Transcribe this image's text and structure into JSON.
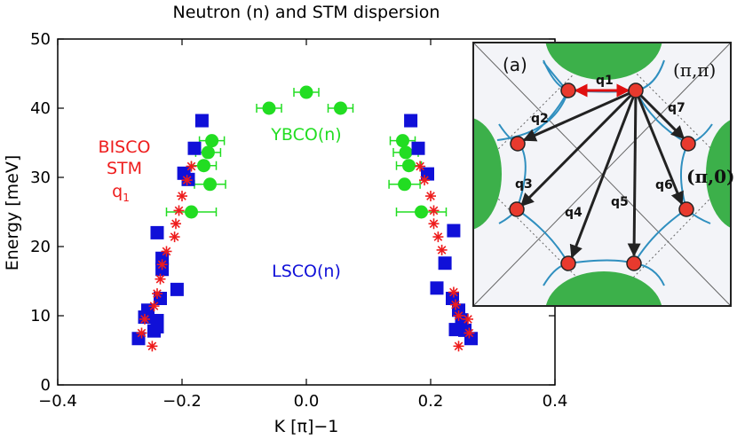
{
  "chart_data": {
    "type": "scatter",
    "title": "Neutron (n) and STM dispersion",
    "xlabel": "K [π]−1",
    "ylabel": "Energy [meV]",
    "xlim": [
      -0.4,
      0.4
    ],
    "ylim": [
      0,
      50
    ],
    "xticks": [
      "−0.4",
      "−0.2",
      "0.0",
      "0.2",
      "0.4"
    ],
    "xtick_values": [
      -0.4,
      -0.2,
      0.0,
      0.2,
      0.4
    ],
    "yticks": [
      "0",
      "10",
      "20",
      "30",
      "40",
      "50"
    ],
    "ytick_values": [
      0,
      10,
      20,
      30,
      40,
      50
    ],
    "grid": false,
    "series": [
      {
        "name": "LSCO(n)",
        "marker": "square",
        "color": "#1010d8",
        "points": [
          {
            "x": -0.168,
            "y": 38.2
          },
          {
            "x": -0.18,
            "y": 34.2
          },
          {
            "x": -0.19,
            "y": 29.7
          },
          {
            "x": -0.197,
            "y": 30.6
          },
          {
            "x": -0.232,
            "y": 18.3
          },
          {
            "x": -0.24,
            "y": 22.0
          },
          {
            "x": -0.208,
            "y": 13.8
          },
          {
            "x": -0.232,
            "y": 16.7
          },
          {
            "x": -0.235,
            "y": 12.5
          },
          {
            "x": -0.24,
            "y": 9.3
          },
          {
            "x": -0.255,
            "y": 10.8
          },
          {
            "x": -0.26,
            "y": 9.8
          },
          {
            "x": -0.24,
            "y": 8.4
          },
          {
            "x": -0.245,
            "y": 7.8
          },
          {
            "x": -0.27,
            "y": 6.7
          },
          {
            "x": 0.168,
            "y": 38.2
          },
          {
            "x": 0.18,
            "y": 34.2
          },
          {
            "x": 0.195,
            "y": 30.5
          },
          {
            "x": 0.223,
            "y": 17.6
          },
          {
            "x": 0.237,
            "y": 22.3
          },
          {
            "x": 0.21,
            "y": 14.0
          },
          {
            "x": 0.235,
            "y": 12.5
          },
          {
            "x": 0.245,
            "y": 10.8
          },
          {
            "x": 0.25,
            "y": 9.4
          },
          {
            "x": 0.24,
            "y": 8.0
          },
          {
            "x": 0.255,
            "y": 7.9
          },
          {
            "x": 0.265,
            "y": 6.7
          }
        ]
      },
      {
        "name": "YBCO(n)",
        "marker": "circle",
        "color": "#22dd22",
        "points": [
          {
            "x": 0.0,
            "y": 42.3,
            "xerr": 0.02
          },
          {
            "x": -0.06,
            "y": 40.0,
            "xerr": 0.02
          },
          {
            "x": 0.055,
            "y": 40.0,
            "xerr": 0.02
          },
          {
            "x": -0.152,
            "y": 35.3,
            "xerr": 0.02
          },
          {
            "x": -0.158,
            "y": 33.6,
            "xerr": 0.02
          },
          {
            "x": -0.165,
            "y": 31.7,
            "xerr": 0.02
          },
          {
            "x": -0.155,
            "y": 29.0,
            "xerr": 0.025
          },
          {
            "x": -0.185,
            "y": 25.0,
            "xerr": 0.04
          },
          {
            "x": 0.155,
            "y": 35.3,
            "xerr": 0.02
          },
          {
            "x": 0.16,
            "y": 33.6,
            "xerr": 0.02
          },
          {
            "x": 0.165,
            "y": 31.7,
            "xerr": 0.02
          },
          {
            "x": 0.158,
            "y": 29.0,
            "xerr": 0.025
          },
          {
            "x": 0.185,
            "y": 25.0,
            "xerr": 0.04
          }
        ]
      },
      {
        "name": "BISCO STM q1",
        "marker": "asterisk",
        "color": "#ee1c1c",
        "points": [
          {
            "x": -0.185,
            "y": 31.6
          },
          {
            "x": -0.192,
            "y": 29.6
          },
          {
            "x": -0.2,
            "y": 27.3
          },
          {
            "x": -0.205,
            "y": 25.2
          },
          {
            "x": -0.21,
            "y": 23.3
          },
          {
            "x": -0.212,
            "y": 21.4
          },
          {
            "x": -0.225,
            "y": 19.3
          },
          {
            "x": -0.232,
            "y": 17.4
          },
          {
            "x": -0.235,
            "y": 15.3
          },
          {
            "x": -0.24,
            "y": 13.2
          },
          {
            "x": -0.245,
            "y": 11.4
          },
          {
            "x": -0.26,
            "y": 9.5
          },
          {
            "x": -0.265,
            "y": 7.5
          },
          {
            "x": -0.248,
            "y": 5.6
          },
          {
            "x": 0.183,
            "y": 31.6
          },
          {
            "x": 0.19,
            "y": 29.6
          },
          {
            "x": 0.2,
            "y": 27.3
          },
          {
            "x": 0.205,
            "y": 25.2
          },
          {
            "x": 0.205,
            "y": 23.3
          },
          {
            "x": 0.212,
            "y": 21.4
          },
          {
            "x": 0.218,
            "y": 19.5
          },
          {
            "x": 0.237,
            "y": 13.4
          },
          {
            "x": 0.24,
            "y": 11.6
          },
          {
            "x": 0.245,
            "y": 10.0
          },
          {
            "x": 0.26,
            "y": 9.5
          },
          {
            "x": 0.262,
            "y": 7.5
          },
          {
            "x": 0.245,
            "y": 5.6
          }
        ]
      }
    ],
    "annotations": [
      {
        "text": "YBCO(n)",
        "color": "#22dd22"
      },
      {
        "text": "LSCO(n)",
        "color": "#1010d8"
      },
      {
        "text": "BISCO",
        "color": "#ee1c1c"
      },
      {
        "text": "STM",
        "color": "#ee1c1c"
      },
      {
        "text": "q",
        "subscript": "1",
        "color": "#ee1c1c"
      }
    ]
  },
  "inset": {
    "panel_label": "(a)",
    "corner_labels": [
      "(π,π)",
      "(π,0)"
    ],
    "vector_labels": [
      "q1",
      "q2",
      "q3",
      "q4",
      "q5",
      "q6",
      "q7"
    ],
    "colors": {
      "background": "#f3f4f8",
      "pocket": "#3cb04a",
      "contour": "#2f8fbf",
      "spot": "#e83a2e",
      "q1_arrow": "#e01010",
      "arrows": "#222222"
    }
  }
}
